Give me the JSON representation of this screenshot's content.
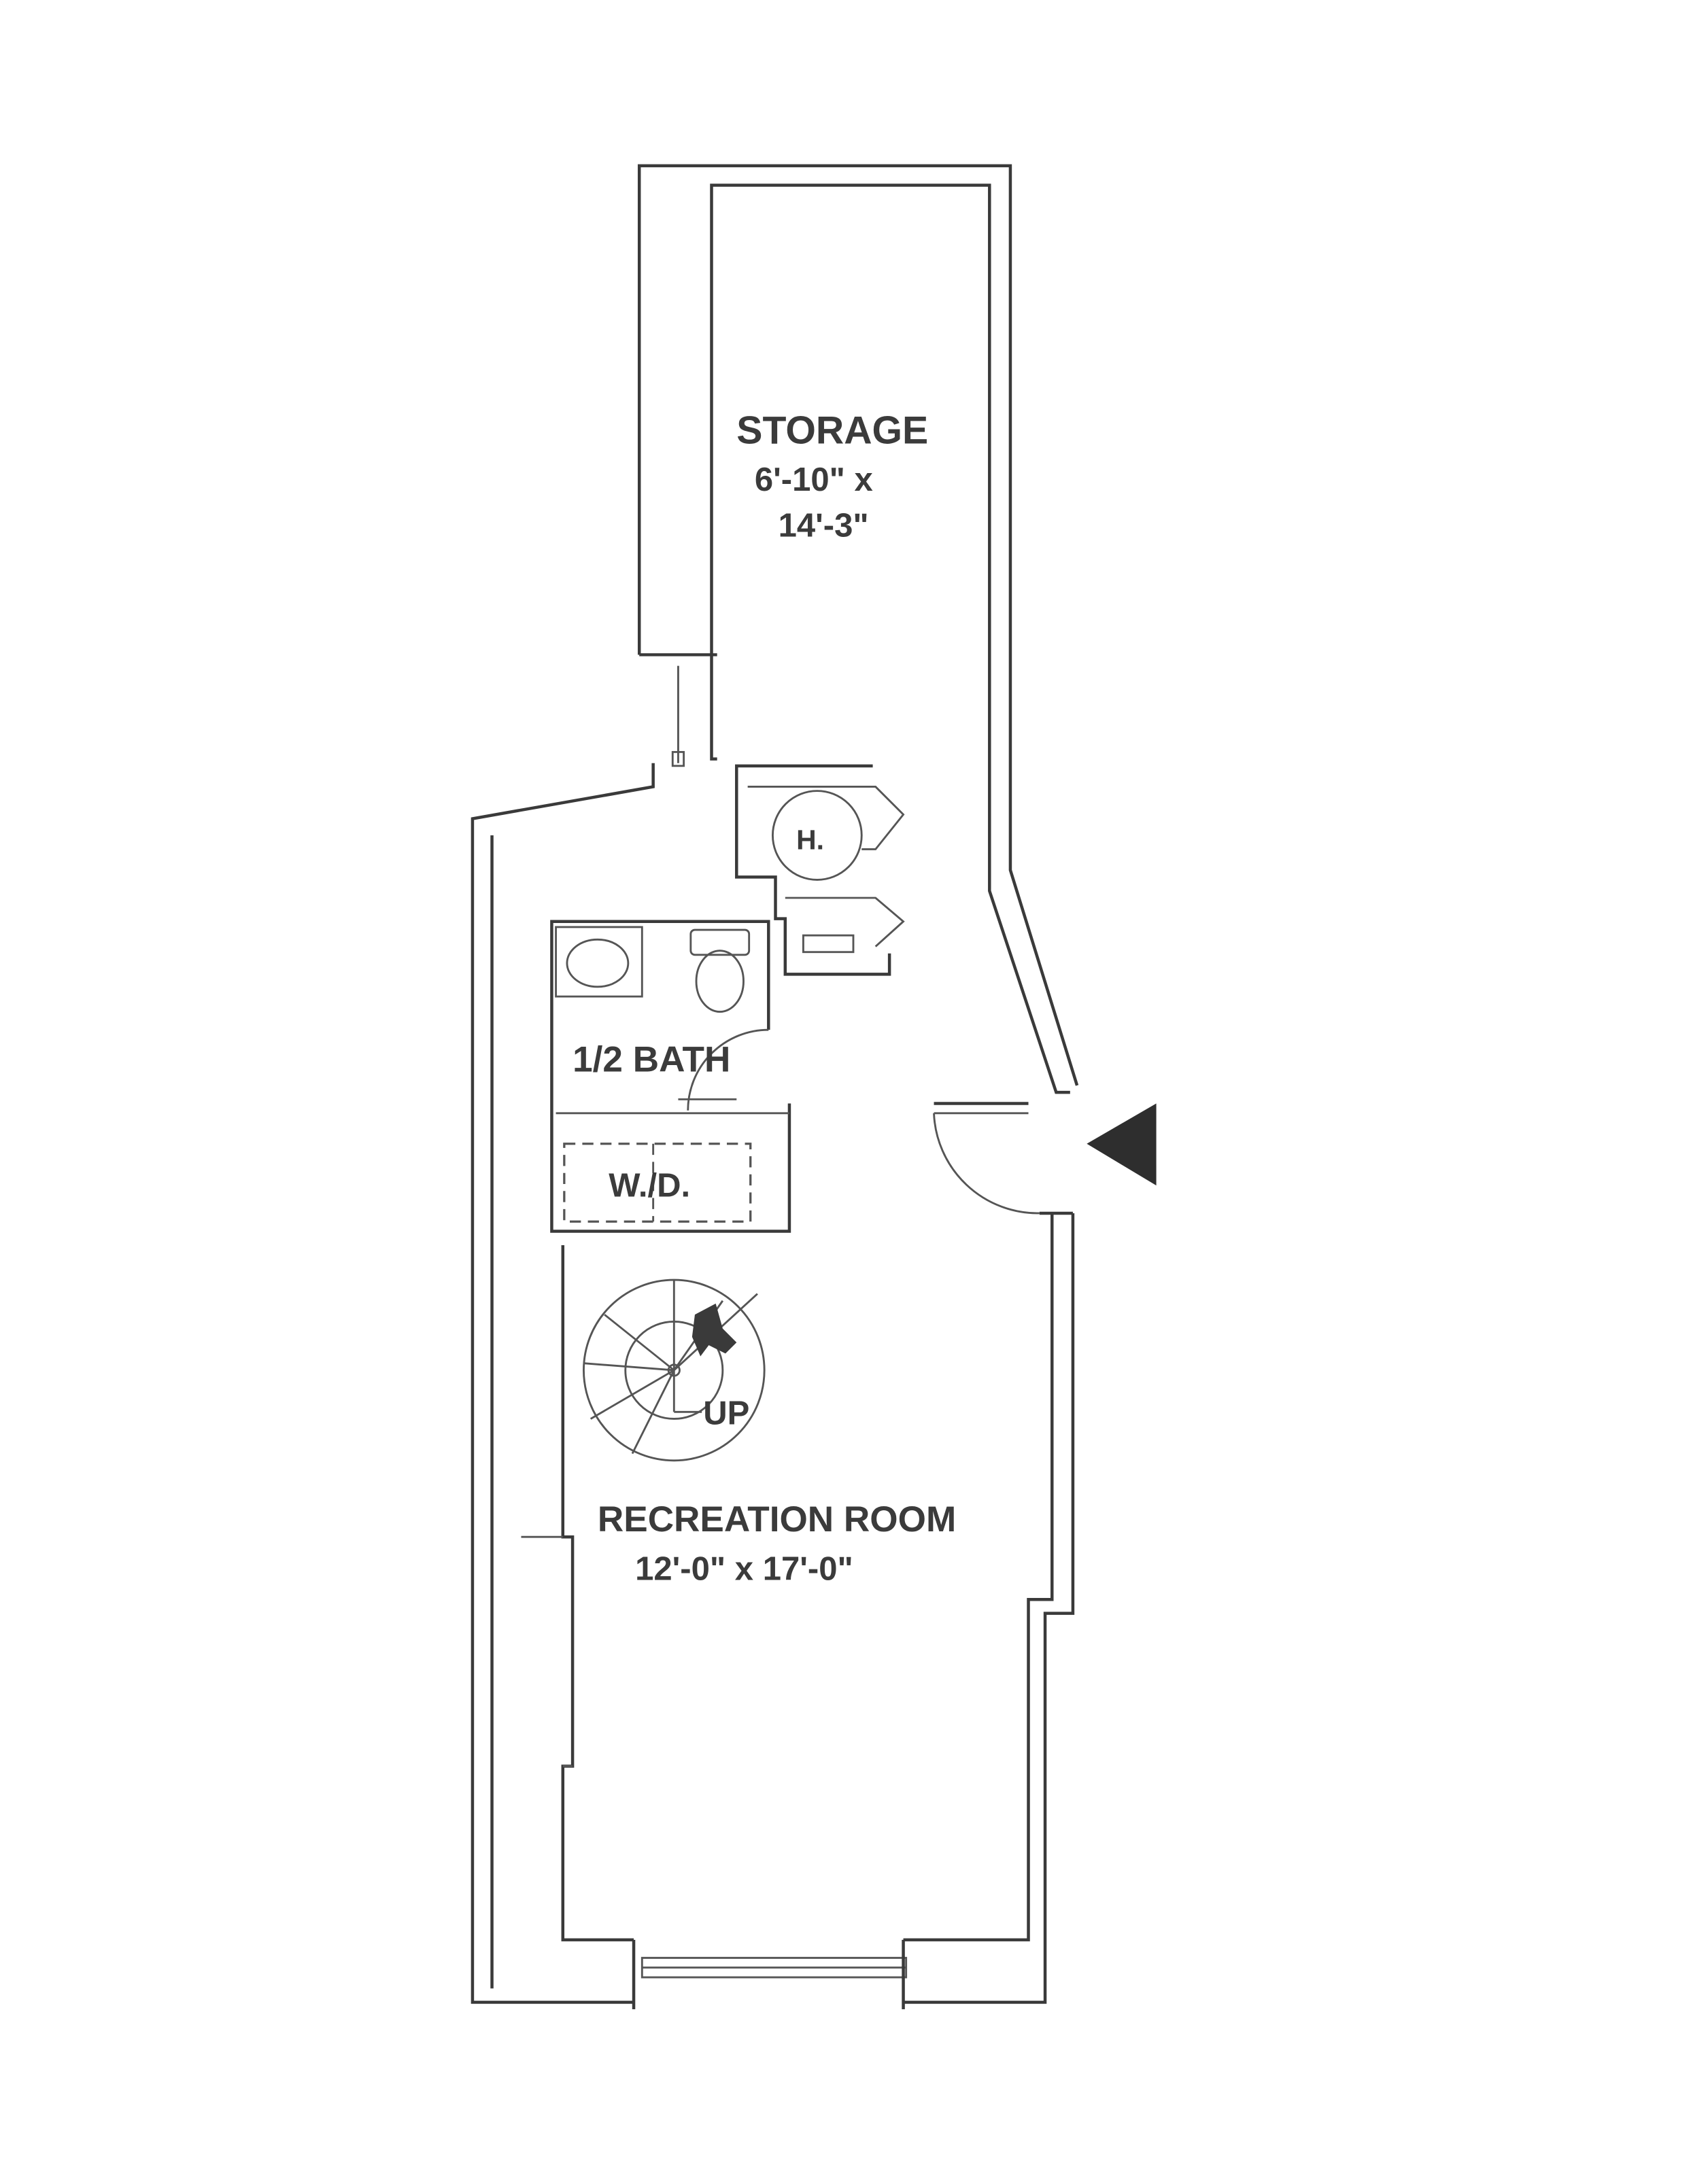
{
  "rooms": {
    "storage": {
      "name": "STORAGE",
      "dim1": "6'-10\" x",
      "dim2": "14'-3\""
    },
    "heater": {
      "label": "H."
    },
    "half_bath": {
      "name": "1/2 BATH"
    },
    "washer_dryer": {
      "label": "W./D."
    },
    "stairs": {
      "label": "UP"
    },
    "recreation_room": {
      "name": "RECREATION ROOM",
      "dims": "12'-0\" x 17'-0\""
    }
  },
  "colors": {
    "ink": "#3a3a3a",
    "paper": "#ffffff"
  }
}
